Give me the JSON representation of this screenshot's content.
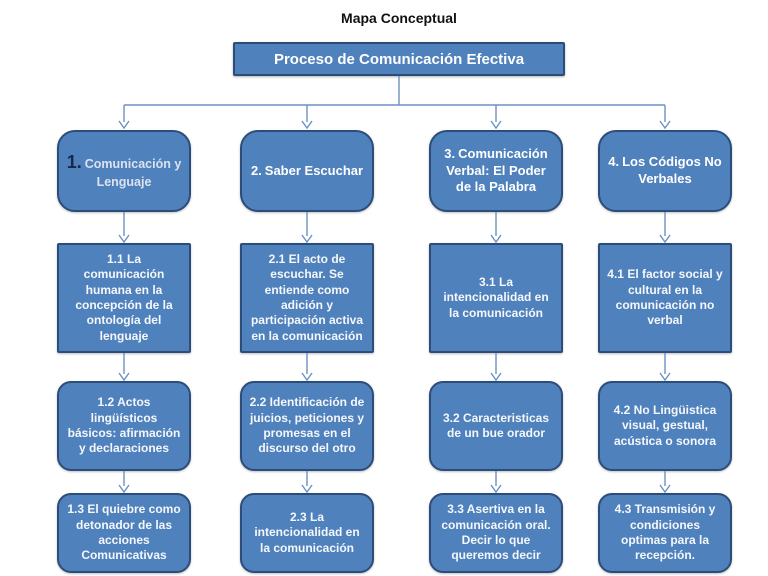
{
  "title": "Mapa Conceptual",
  "root": {
    "label": "Proceso de Comunicación Efectiva"
  },
  "colors": {
    "node_fill": "#4f81bd",
    "node_border": "#2c4d7a",
    "connector": "#6b91c3",
    "header1_number": "#17294a"
  },
  "icons": {
    "connector": "open-v-down-arrow"
  },
  "columns": [
    {
      "header": {
        "prefix": "1.",
        "label": "Comunicación y Lenguaje"
      },
      "items": [
        "1.1 La comunicación humana en la concepción de la ontología del lenguaje",
        "1.2 Actos lingüísticos básicos: afirmación y declaraciones",
        "1.3 El quiebre como detonador de las acciones Comunicativas"
      ]
    },
    {
      "header": {
        "prefix": "2.",
        "label": "Saber Escuchar"
      },
      "items": [
        "2.1 El acto de escuchar. Se entiende como adición y participación activa en la comunicación",
        "2.2 Identificación de juicios, peticiones y promesas en el discurso del otro",
        "2.3 La intencionalidad en la comunicación"
      ]
    },
    {
      "header": {
        "prefix": "3.",
        "label": "Comunicación Verbal: El Poder de la Palabra"
      },
      "items": [
        "3.1 La intencionalidad en la comunicación",
        "3.2 Caracteristicas de un bue orador",
        "3.3 Asertiva en la comunicación oral. Decir lo que queremos decir"
      ]
    },
    {
      "header": {
        "prefix": "4.",
        "label": "Los Códigos No Verbales"
      },
      "items": [
        "4.1 El factor social y cultural en la comunicación no verbal",
        "4.2 No Lingüistica visual, gestual, acústica o sonora",
        "4.3 Transmisión y condiciones optimas para la recepción."
      ]
    }
  ]
}
